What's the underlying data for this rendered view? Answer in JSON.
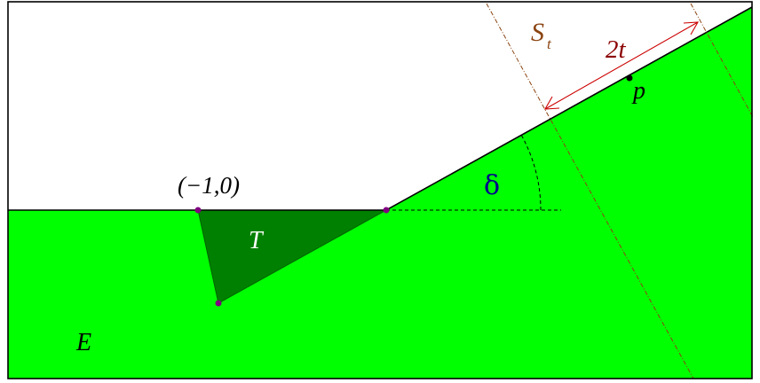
{
  "diagram": {
    "labels": {
      "origin_point": "(−1,0)",
      "triangle": "T",
      "region": "E",
      "angle": "δ",
      "strip": "S",
      "strip_subscript": "t",
      "width": "2t",
      "point": "p"
    },
    "colors": {
      "region_fill": "#00ff00",
      "triangle_fill": "#008000",
      "outline": "#000000",
      "vertex_dot": "#800080",
      "angle_label": "#00008b",
      "strip_label": "#8b4513",
      "width_arrow": "#cc0000",
      "point_dot": "#000000"
    }
  }
}
